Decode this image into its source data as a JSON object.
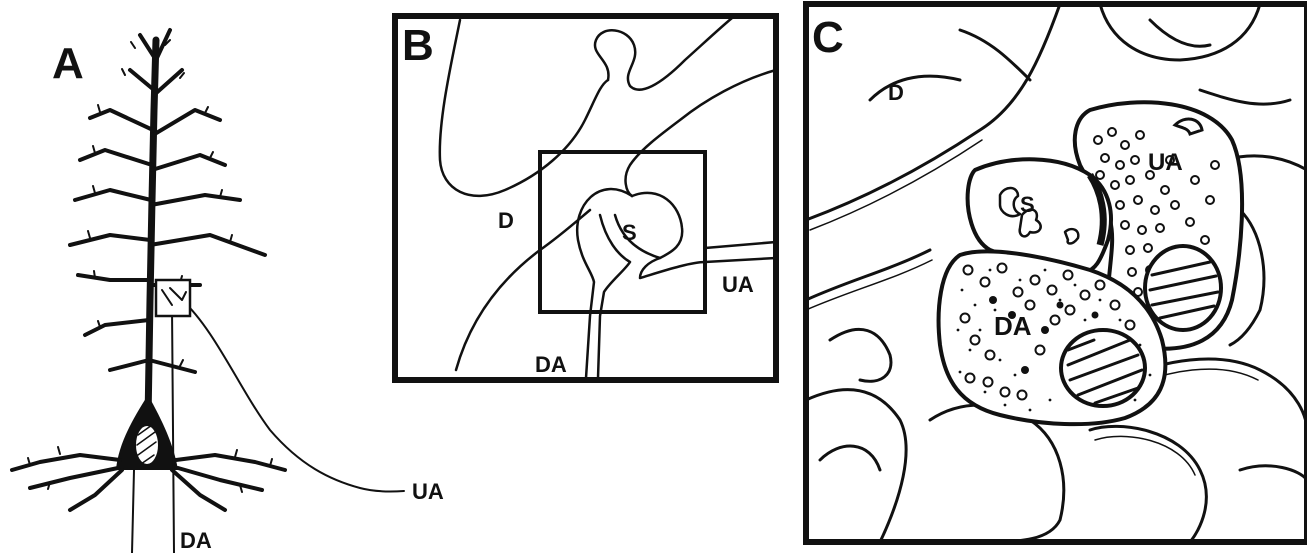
{
  "figure": {
    "ink_color": "#111111",
    "background": "#ffffff",
    "panels": [
      {
        "id": "A",
        "letter": "A",
        "labels": {
          "unlabeled_axon": "UA",
          "labeled_axon": "DA"
        },
        "content": "neuron drawing with boxed region"
      },
      {
        "id": "B",
        "letter": "B",
        "labels": {
          "dendrite": "D",
          "spine": "S",
          "unlabeled_axon": "UA",
          "labeled_axon": "DA"
        },
        "content": "enlarged outline of boxed region"
      },
      {
        "id": "C",
        "letter": "C",
        "labels": {
          "dendrite": "D",
          "spine": "S",
          "unlabeled_axon": "UA",
          "labeled_axon": "DA"
        },
        "content": "electron micrograph tracing"
      }
    ]
  }
}
